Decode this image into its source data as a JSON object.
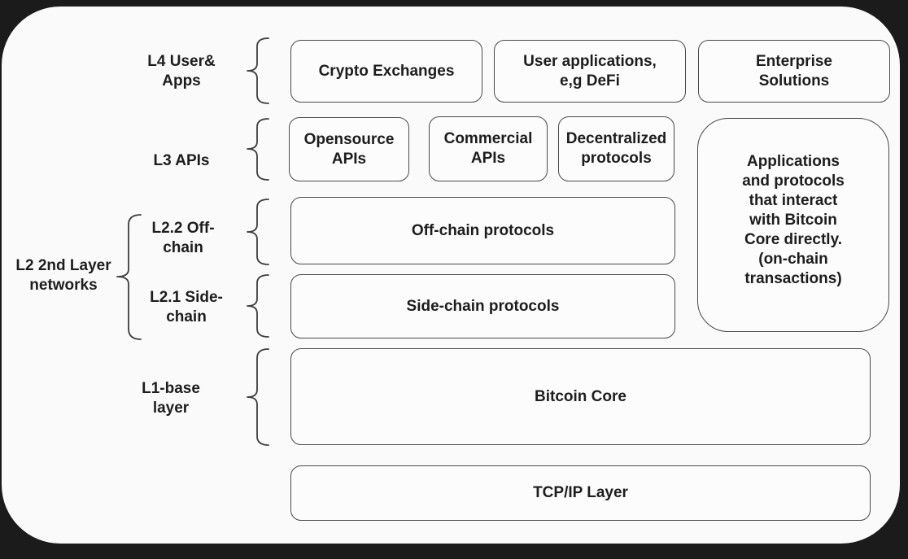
{
  "colors": {
    "background": "#1b1b1b",
    "panel": "#fafafa",
    "node_border": "#4a4a4a",
    "text": "#1d1d1d"
  },
  "labels": {
    "l4": [
      "L4 User&",
      "Apps"
    ],
    "l3": [
      "L3 APIs"
    ],
    "l2_group": [
      "L2 2nd Layer",
      "networks"
    ],
    "l2_2": [
      "L2.2 Off-",
      "chain"
    ],
    "l2_1": [
      "L2.1 Side-",
      "chain"
    ],
    "l1": [
      "L1-base",
      "layer"
    ]
  },
  "nodes": {
    "crypto_exchanges": [
      "Crypto Exchanges"
    ],
    "user_applications": [
      "User applications,",
      "e,g DeFi"
    ],
    "enterprise_solutions": [
      "Enterprise",
      "Solutions"
    ],
    "opensource_apis": [
      "Opensource",
      "APIs"
    ],
    "commercial_apis": [
      "Commercial",
      "APIs"
    ],
    "decentralized_protocols": [
      "Decentralized",
      "protocols"
    ],
    "onchain_note": [
      "Applications",
      "and protocols",
      "that interact",
      "with Bitcoin",
      "Core directly.",
      "(on-chain",
      "transactions)"
    ],
    "offchain_protocols": [
      "Off-chain protocols"
    ],
    "sidechain_protocols": [
      "Side-chain protocols"
    ],
    "bitcoin_core": [
      "Bitcoin Core"
    ],
    "tcpip_layer": [
      "TCP/IP Layer"
    ]
  }
}
